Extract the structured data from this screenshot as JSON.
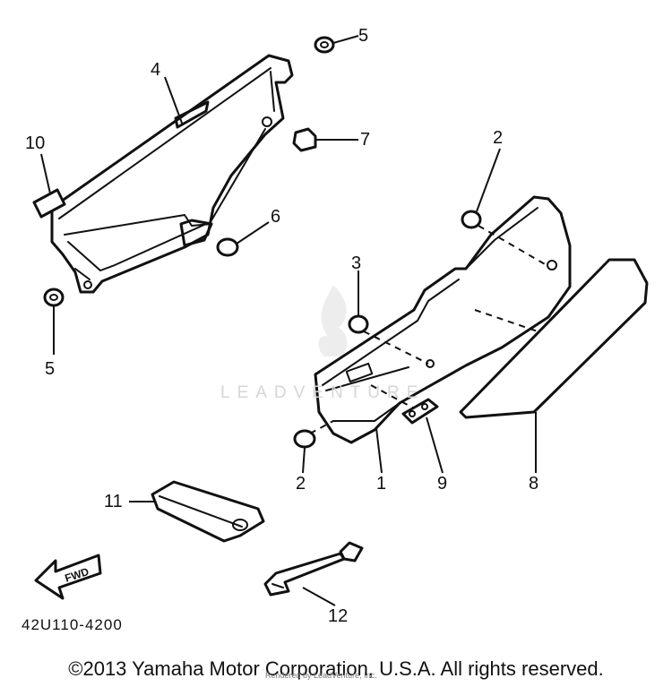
{
  "diagram": {
    "callouts": [
      {
        "id": "1",
        "label": "1"
      },
      {
        "id": "2a",
        "label": "2"
      },
      {
        "id": "2b",
        "label": "2"
      },
      {
        "id": "3",
        "label": "3"
      },
      {
        "id": "4",
        "label": "4"
      },
      {
        "id": "5a",
        "label": "5"
      },
      {
        "id": "5b",
        "label": "5"
      },
      {
        "id": "6",
        "label": "6"
      },
      {
        "id": "7",
        "label": "7"
      },
      {
        "id": "8",
        "label": "8"
      },
      {
        "id": "9",
        "label": "9"
      },
      {
        "id": "10",
        "label": "10"
      },
      {
        "id": "11",
        "label": "11"
      },
      {
        "id": "12",
        "label": "12"
      }
    ],
    "fwd_label": "FWD",
    "drawing_code": "42U110-4200",
    "watermark": "LEADVENTURE"
  },
  "footer": {
    "copyright": "©2013 Yamaha Motor Corporation, U.S.A. All rights reserved.",
    "render_note": "Rendered by LeadVenture, Inc."
  }
}
